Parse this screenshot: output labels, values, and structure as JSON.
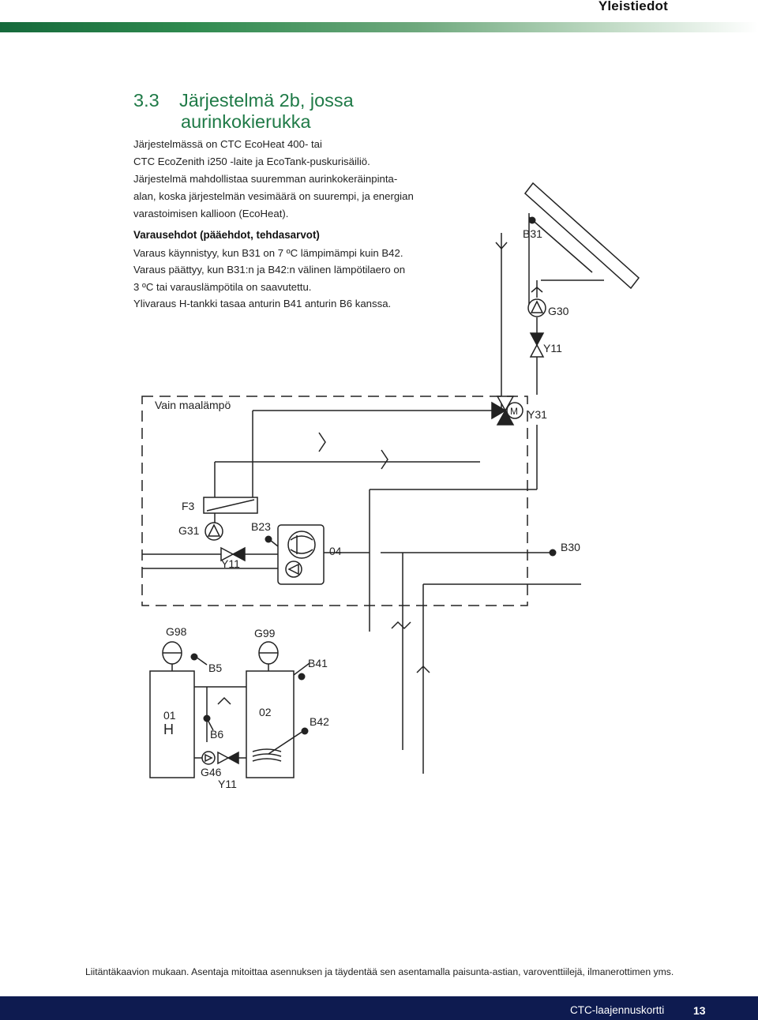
{
  "header": {
    "section": "Yleistiedot"
  },
  "heading": {
    "number": "3.3",
    "line1": "Järjestelmä 2b, jossa",
    "line2": "aurinkokierukka"
  },
  "intro": "Järjestelmässä on CTC EcoHeat 400- tai\nCTC EcoZenith i250 -laite ja EcoTank-puskurisäiliö.\nJärjestelmä mahdollistaa suuremman aurinkokeräinpinta-\nalan, koska järjestelmän vesimäärä on suurempi, ja energian\nvarastoimisen kallioon (EcoHeat).",
  "conditions": {
    "title": "Varausehdot (pääehdot, tehdasarvot)",
    "text": "Varaus käynnistyy, kun B31 on 7 ºC lämpimämpi kuin B42.\nVaraus päättyy, kun B31:n ja B42:n välinen lämpötilaero on\n3 ºC tai varauslämpötila on saavutettu.\nYlivaraus H-tankki tasaa anturin B41 anturin B6 kanssa."
  },
  "diagram": {
    "dashed_box_label": "Vain maalämpö",
    "labels": {
      "b31": "B31",
      "g30": "G30",
      "y11_solar": "Y11",
      "motor": "M",
      "y31": "Y31",
      "f3": "F3",
      "g31": "G31",
      "b23": "B23",
      "y11_hp": "Y11",
      "unit04": "04",
      "b30": "B30",
      "g98": "G98",
      "g99": "G99",
      "b5": "B5",
      "b41": "B41",
      "tank01_num": "01",
      "tank01_letter": "H",
      "b6": "B6",
      "tank02": "02",
      "b42": "B42",
      "g46": "G46",
      "y11_bottom": "Y11"
    }
  },
  "footnote": "Liitäntäkaavion mukaan. Asentaja mitoittaa asennuksen ja täydentää sen asentamalla paisunta-astian, varoventtiilejä, ilmanerottimen yms.",
  "footer": {
    "title": "CTC-laajennuskortti",
    "page": "13"
  },
  "colors": {
    "heading": "#1f7a47",
    "footer_bg": "#0e1b50",
    "bar_start": "#15693b"
  }
}
